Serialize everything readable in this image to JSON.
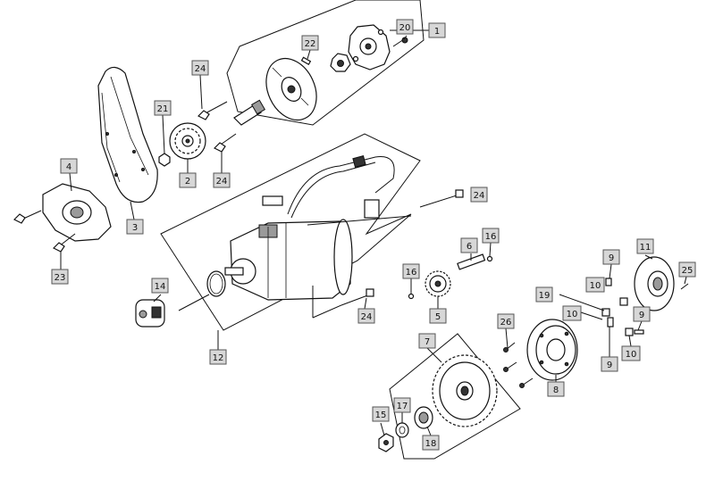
{
  "callouts": [
    "1",
    "2",
    "3",
    "4",
    "5",
    "6",
    "7",
    "8",
    "9",
    "10",
    "11",
    "12",
    "14",
    "15",
    "16",
    "17",
    "18",
    "19",
    "20",
    "21",
    "22",
    "23",
    "24",
    "25",
    "26"
  ],
  "labels": {
    "l1": "1",
    "l2": "2",
    "l3": "3",
    "l4": "4",
    "l5": "5",
    "l6": "6",
    "l7": "7",
    "l8": "8",
    "l9a": "9",
    "l9b": "9",
    "l9c": "9",
    "l10a": "10",
    "l10b": "10",
    "l10c": "10",
    "l11": "11",
    "l12": "12",
    "l14": "14",
    "l15": "15",
    "l16a": "16",
    "l16b": "16",
    "l17": "17",
    "l18": "18",
    "l19": "19",
    "l20": "20",
    "l21": "21",
    "l22": "22",
    "l23": "23",
    "l24a": "24",
    "l24b": "24",
    "l24c": "24",
    "l24d": "24",
    "l25": "25",
    "l26": "26"
  }
}
